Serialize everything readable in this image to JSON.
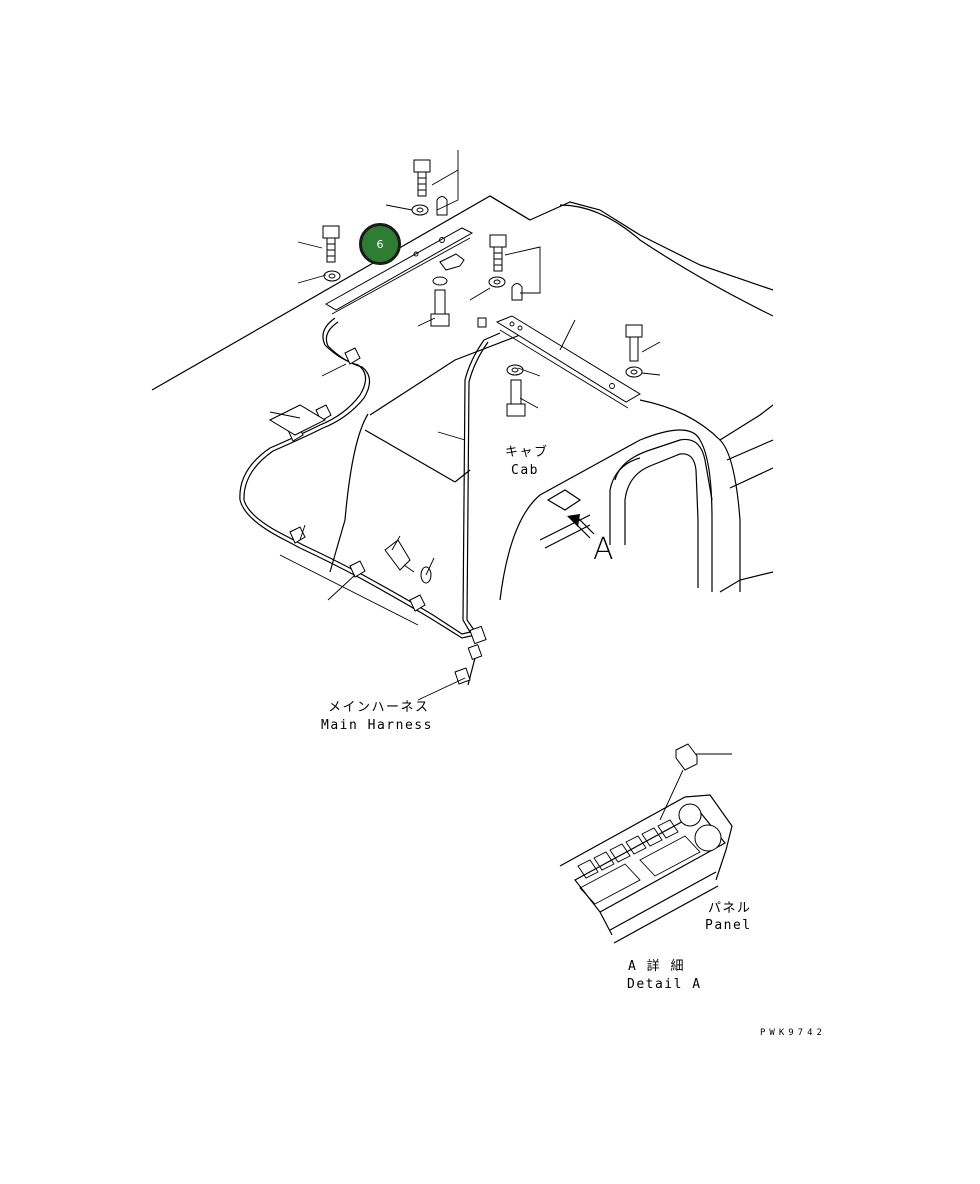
{
  "callout": {
    "number": "6",
    "color": "#2e7d32"
  },
  "labels": {
    "cab_jp": "キャブ",
    "cab_en": "Cab",
    "view_letter": "A",
    "harness_jp": "メインハーネス",
    "harness_en": "Main Harness",
    "panel_jp": "パネル",
    "panel_en": "Panel",
    "detail_jp": "A 詳 細",
    "detail_en": "Detail A",
    "drawing_code": "PWK9742"
  }
}
